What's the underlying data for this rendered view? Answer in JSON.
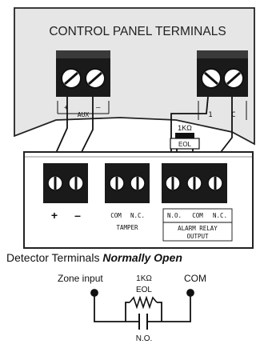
{
  "control_panel": {
    "title": "CONTROL PANEL TERMINALS",
    "aux_terminal": {
      "plus": "+",
      "label": "AUX",
      "minus": "–"
    },
    "relay_terminal": {
      "left": "1",
      "right": "C"
    },
    "resistor": {
      "value": "1KΩ",
      "tag": "EOL"
    }
  },
  "detector": {
    "power_plus": "+",
    "power_minus": "–",
    "tamper": {
      "com": "COM",
      "nc": "N.C.",
      "label": "TAMPER"
    },
    "alarm_relay": {
      "no": "N.O.",
      "com": "COM",
      "nc": "N.C.",
      "label_1": "ALARM RELAY",
      "label_2": "OUTPUT"
    }
  },
  "caption": {
    "prefix": "Detector Terminals ",
    "emphasis": "Normally Open"
  },
  "schematic": {
    "zone_input": "Zone input",
    "resistor_value": "1KΩ",
    "resistor_tag": "EOL",
    "com": "COM",
    "contact": "N.O."
  },
  "colors": {
    "ink": "#111111",
    "panel": "#e6e6e6",
    "board": "#ffffff"
  }
}
